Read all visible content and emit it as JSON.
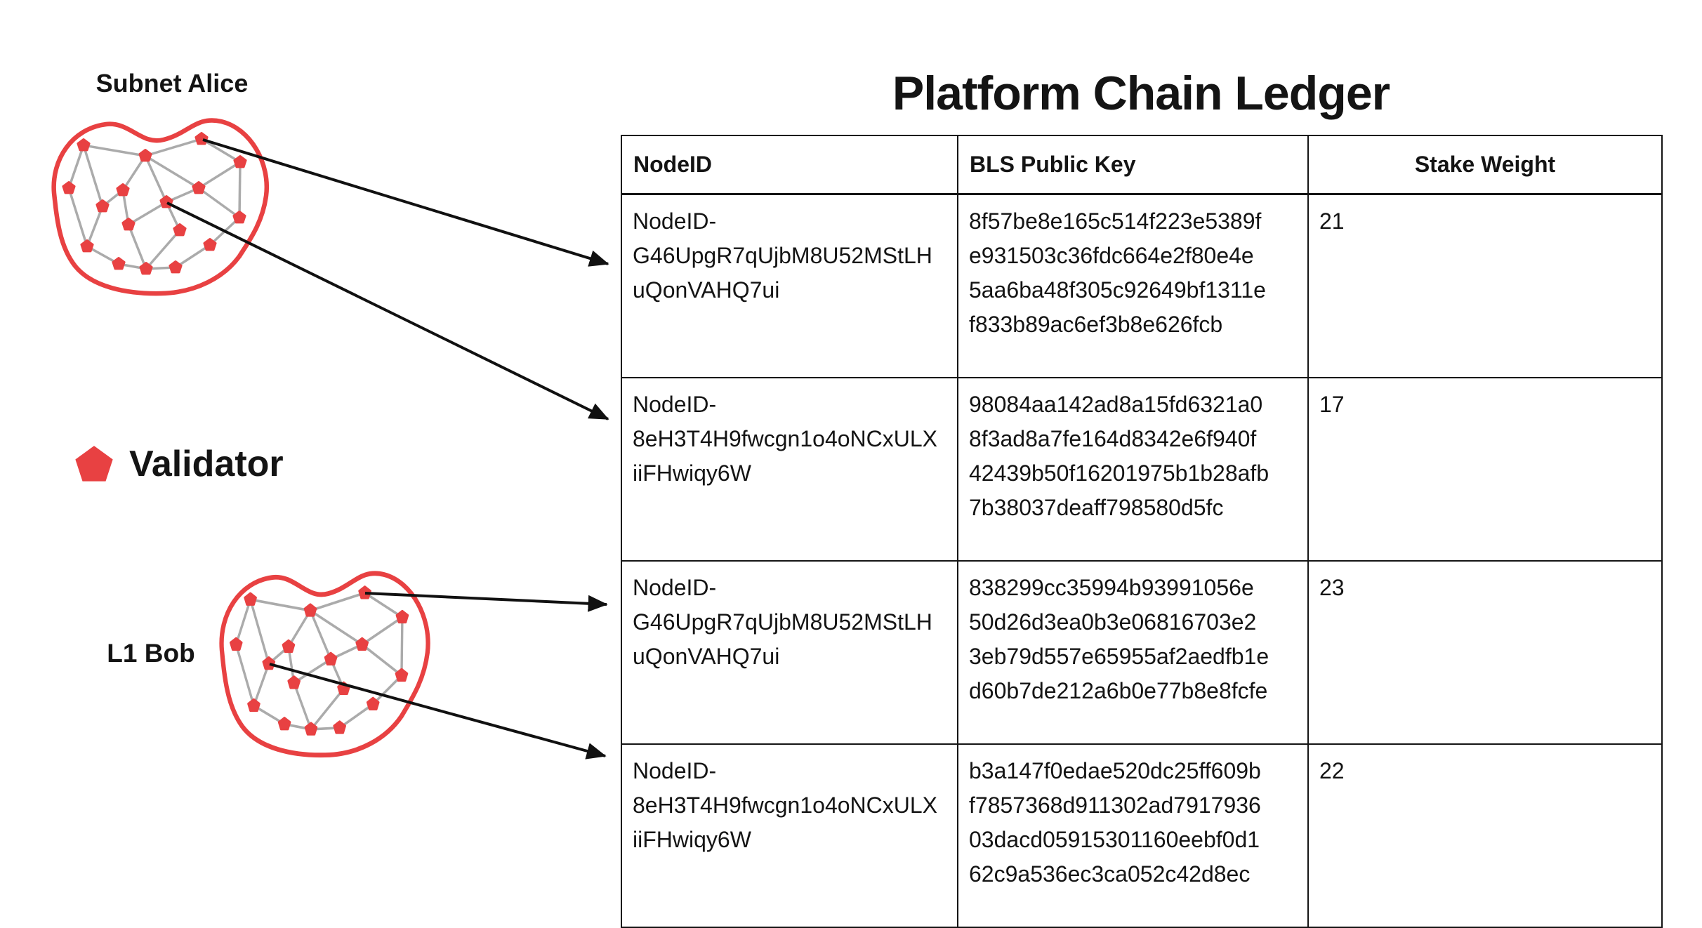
{
  "title": "Platform Chain Ledger",
  "legend": {
    "icon": "pentagon-icon",
    "label": "Validator"
  },
  "networks": [
    {
      "name": "Subnet Alice",
      "validator_count": 17
    },
    {
      "name": "L1 Bob",
      "validator_count": 17
    }
  ],
  "table": {
    "headers": [
      "NodeID",
      "BLS Public Key",
      "Stake Weight"
    ],
    "rows": [
      {
        "node_id": "NodeID-G46UpgR7qUjbM8U52MStLHuQonVAHQ7ui",
        "node_id_lines": [
          "NodeID-",
          "G46UpgR7qUjbM8U52MStLH",
          "uQonVAHQ7ui"
        ],
        "bls_public_key": "8f57be8e165c514f223e5389fe931503c36fdc664e2f80e4e5aa6ba48f305c92649bf1311ef833b89ac6ef3b8e626fcb",
        "bls_public_key_lines": [
          "8f57be8e165c514f223e5389f",
          "e931503c36fdc664e2f80e4e",
          "5aa6ba48f305c92649bf1311e",
          "f833b89ac6ef3b8e626fcb"
        ],
        "stake_weight": "21"
      },
      {
        "node_id": "NodeID-8eH3T4H9fwcgn1o4oNCxULXiiFHwiqy6W",
        "node_id_lines": [
          "NodeID-",
          "8eH3T4H9fwcgn1o4oNCxULX",
          "iiFHwiqy6W"
        ],
        "bls_public_key": "98084aa142ad8a15fd6321a08f3ad8a7fe164d8342e6f940f42439b50f16201975b1b28afb7b38037deaff798580d5fc",
        "bls_public_key_lines": [
          "98084aa142ad8a15fd6321a0",
          "8f3ad8a7fe164d8342e6f940f",
          "42439b50f16201975b1b28afb",
          "7b38037deaff798580d5fc"
        ],
        "stake_weight": "17"
      },
      {
        "node_id": "NodeID-G46UpgR7qUjbM8U52MStLHuQonVAHQ7ui",
        "node_id_lines": [
          "NodeID-",
          "G46UpgR7qUjbM8U52MStLH",
          "uQonVAHQ7ui"
        ],
        "bls_public_key": "838299cc35994b93991056e50d26d3ea0b3e06816703e23eb79d557e65955af2aedfb1ed60b7de212a6b0e77b8e8fcfe",
        "bls_public_key_lines": [
          "838299cc35994b93991056e",
          "50d26d3ea0b3e06816703e2",
          "3eb79d557e65955af2aedfb1e",
          "d60b7de212a6b0e77b8e8fcfe"
        ],
        "stake_weight": "23"
      },
      {
        "node_id": "NodeID-8eH3T4H9fwcgn1o4oNCxULXiiFHwiqy6W",
        "node_id_lines": [
          "NodeID-",
          "8eH3T4H9fwcgn1o4oNCxULX",
          "iiFHwiqy6W"
        ],
        "bls_public_key": "b3a147f0edae520dc25ff609bf7857368d911302ad791793603dacd05915301160eebf0d162c9a536ec3ca052c42d8ec",
        "bls_public_key_lines": [
          "b3a147f0edae520dc25ff609b",
          "f7857368d911302ad7917936",
          "03dacd05915301160eebf0d1",
          "62c9a536ec3ca052c42d8ec"
        ],
        "stake_weight": "22"
      }
    ]
  },
  "arrows": [
    {
      "from": "Subnet Alice",
      "to_row": 1
    },
    {
      "from": "Subnet Alice",
      "to_row": 2
    },
    {
      "from": "L1 Bob",
      "to_row": 3
    },
    {
      "from": "L1 Bob",
      "to_row": 4
    }
  ],
  "colors": {
    "accent_red": "#e84142",
    "edge_gray": "#ababab",
    "arrow_black": "#111111",
    "border_black": "#141414"
  }
}
